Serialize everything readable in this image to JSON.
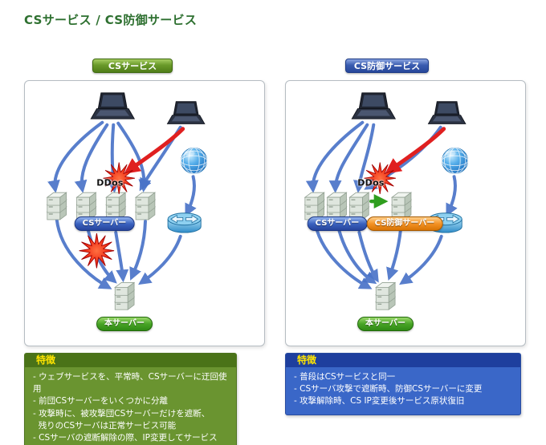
{
  "title": "CSサービス / CS防御サービス",
  "colors": {
    "title_text": "#2e7030",
    "badge_green": "#6a9a2a",
    "badge_blue": "#3a5cb0",
    "pill_blue": "#3a62c0",
    "pill_orange": "#f49224",
    "pill_green": "#47a426",
    "features_green_bg": "#6a9430",
    "features_blue_bg": "#3a67c8",
    "features_header_text": "#ffe400",
    "arrow_blue": "#4a74c8",
    "arrow_red": "#e02020",
    "arrow_green": "#2f9e1f"
  },
  "panels": [
    {
      "id": "cs-service",
      "badge": "CSサービス",
      "labels": {
        "ddos": "DDos",
        "cs_server": "CSサーバー",
        "main_server": "本サーバー"
      },
      "features": {
        "header": "特徴",
        "items": [
          "- ウェブサービスを、平常時、CSサーバーに迂回使用",
          "- 前団CSサーバーをいくつかに分離",
          "- 攻撃時に、被攻撃団CSサーバーだけを遮断、\n  残りのCSサーバは正常サービス可能",
          "- CSサーバの遮断解除の際、IP変更してサービス"
        ]
      }
    },
    {
      "id": "cs-defense",
      "badge": "CS防御サービス",
      "labels": {
        "ddos": "DDos",
        "cs_server": "CSサーバー",
        "defense_server": "CS防御サーバー",
        "main_server": "本サーバー"
      },
      "features": {
        "header": "特徴",
        "items": [
          "- 普段はCSサービスと同一",
          "- CSサーバ攻撃で遮断時、防御CSサーバーに変更",
          "- 攻撃解除時、CS IP変更後サービス原状復旧"
        ]
      }
    }
  ]
}
